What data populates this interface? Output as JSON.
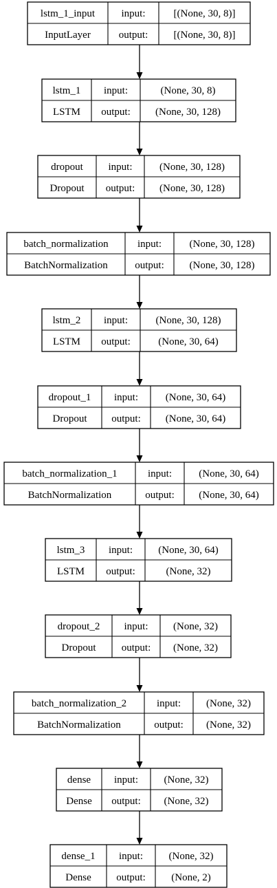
{
  "diagram": {
    "type": "keras-model-plot",
    "layers": [
      {
        "name": "lstm_1_input",
        "class": "InputLayer",
        "input_label": "input:",
        "output_label": "output:",
        "input_shape": "[(None, 30, 8)]",
        "output_shape": "[(None, 30, 8)]"
      },
      {
        "name": "lstm_1",
        "class": "LSTM",
        "input_label": "input:",
        "output_label": "output:",
        "input_shape": "(None, 30, 8)",
        "output_shape": "(None, 30, 128)"
      },
      {
        "name": "dropout",
        "class": "Dropout",
        "input_label": "input:",
        "output_label": "output:",
        "input_shape": "(None, 30, 128)",
        "output_shape": "(None, 30, 128)"
      },
      {
        "name": "batch_normalization",
        "class": "BatchNormalization",
        "input_label": "input:",
        "output_label": "output:",
        "input_shape": "(None, 30, 128)",
        "output_shape": "(None, 30, 128)"
      },
      {
        "name": "lstm_2",
        "class": "LSTM",
        "input_label": "input:",
        "output_label": "output:",
        "input_shape": "(None, 30, 128)",
        "output_shape": "(None, 30, 64)"
      },
      {
        "name": "dropout_1",
        "class": "Dropout",
        "input_label": "input:",
        "output_label": "output:",
        "input_shape": "(None, 30, 64)",
        "output_shape": "(None, 30, 64)"
      },
      {
        "name": "batch_normalization_1",
        "class": "BatchNormalization",
        "input_label": "input:",
        "output_label": "output:",
        "input_shape": "(None, 30, 64)",
        "output_shape": "(None, 30, 64)"
      },
      {
        "name": "lstm_3",
        "class": "LSTM",
        "input_label": "input:",
        "output_label": "output:",
        "input_shape": "(None, 30, 64)",
        "output_shape": "(None, 32)"
      },
      {
        "name": "dropout_2",
        "class": "Dropout",
        "input_label": "input:",
        "output_label": "output:",
        "input_shape": "(None, 32)",
        "output_shape": "(None, 32)"
      },
      {
        "name": "batch_normalization_2",
        "class": "BatchNormalization",
        "input_label": "input:",
        "output_label": "output:",
        "input_shape": "(None, 32)",
        "output_shape": "(None, 32)"
      },
      {
        "name": "dense",
        "class": "Dense",
        "input_label": "input:",
        "output_label": "output:",
        "input_shape": "(None, 32)",
        "output_shape": "(None, 32)"
      },
      {
        "name": "dense_1",
        "class": "Dense",
        "input_label": "input:",
        "output_label": "output:",
        "input_shape": "(None, 32)",
        "output_shape": "(None, 2)"
      }
    ]
  }
}
